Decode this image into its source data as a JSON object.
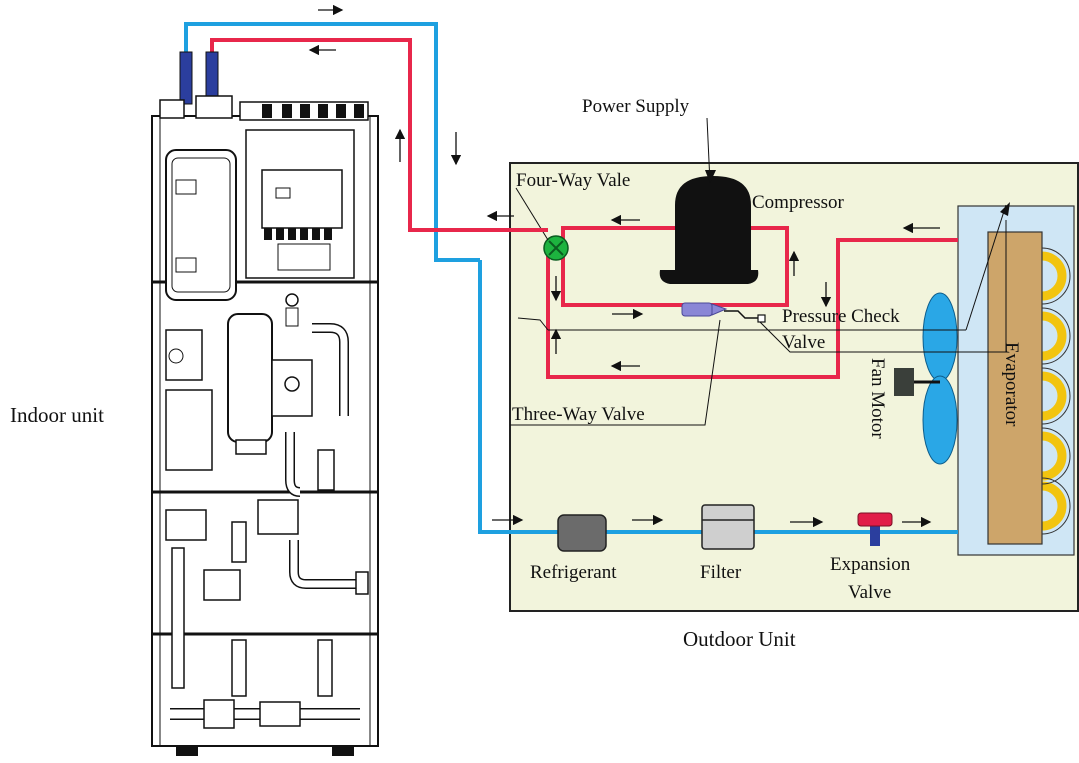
{
  "labels": {
    "indoor_unit": "Indoor unit",
    "outdoor_unit": "Outdoor Unit",
    "power_supply": "Power Supply",
    "four_way_valve": "Four-Way Vale",
    "compressor": "Compressor",
    "pressure_check": "Pressure Check",
    "valve": "Valve",
    "three_way_valve": "Three-Way Valve",
    "fan_motor": "Fan Motor",
    "evaporator": "Evaporator",
    "refrigerant": "Refrigerant",
    "filter": "Filter",
    "expansion": "Expansion",
    "expansion_valve": "Valve"
  },
  "colors": {
    "hot_pipe": "#e8274b",
    "cold_pipe": "#1ea0e0",
    "outdoor_bg": "#f2f4dc",
    "evaporator_bg": "#cfe6f5",
    "evaporator_core": "#cda56a",
    "coil": "#f2c40f",
    "fan_blade": "#2aa7e6",
    "compressor": "#111111",
    "four_way_valve": "#1db33f",
    "three_way_valve": "#8a86d6",
    "expansion_valve": "#e11d48",
    "refrigerant_tank": "#6b6b6b",
    "filter": "#cfcfcf",
    "indoor_pipe_stub": "#2b3e9e"
  }
}
